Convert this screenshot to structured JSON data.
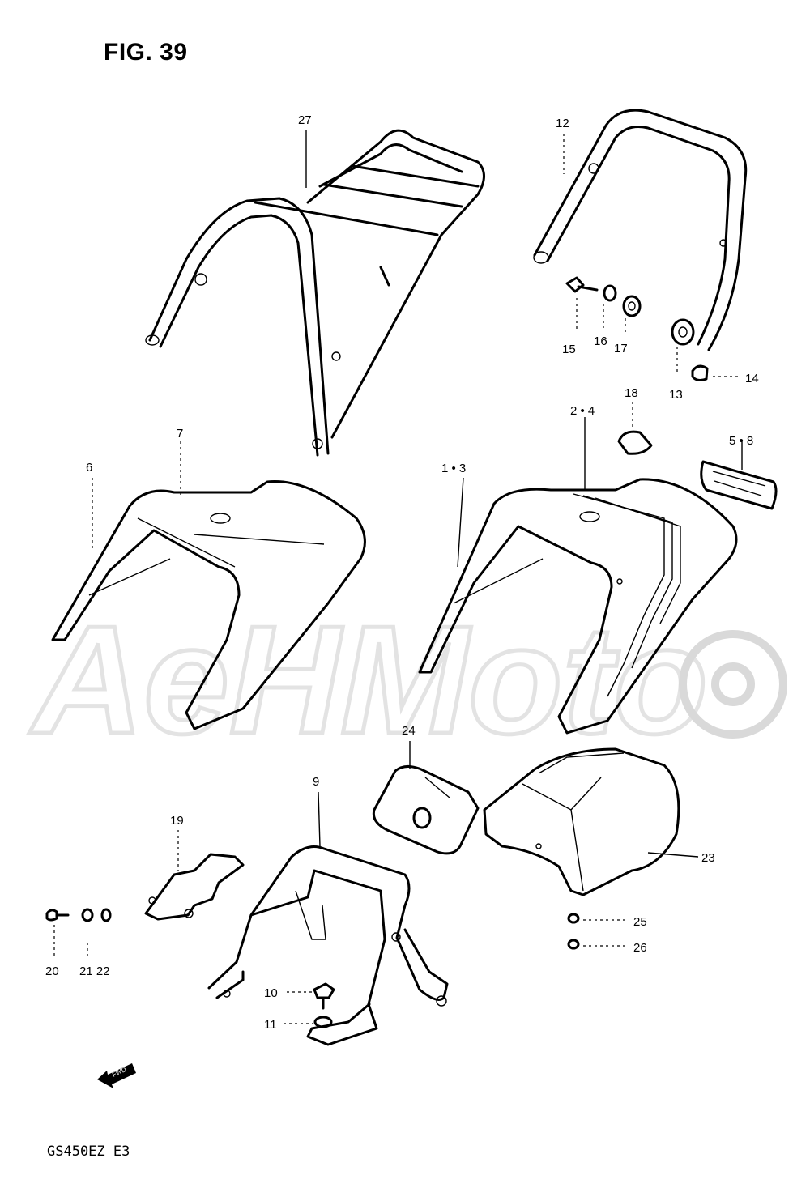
{
  "figure": {
    "title": "FIG. 39",
    "model_code": "GS450EZ  E3",
    "watermark": "AeHMoto",
    "fwd_arrow": "FWD"
  },
  "callouts": {
    "c27": "27",
    "c12": "12",
    "c15": "15",
    "c16": "16",
    "c17": "17",
    "c13": "13",
    "c14": "14",
    "c18": "18",
    "c2_4": "2 • 4",
    "c5_8": "5 • 8",
    "c7": "7",
    "c6": "6",
    "c1_3": "1 • 3",
    "c24": "24",
    "c9": "9",
    "c19": "19",
    "c23": "23",
    "c25": "25",
    "c26": "26",
    "c20": "20",
    "c21_22": "21 22",
    "c10": "10",
    "c11": "11"
  }
}
